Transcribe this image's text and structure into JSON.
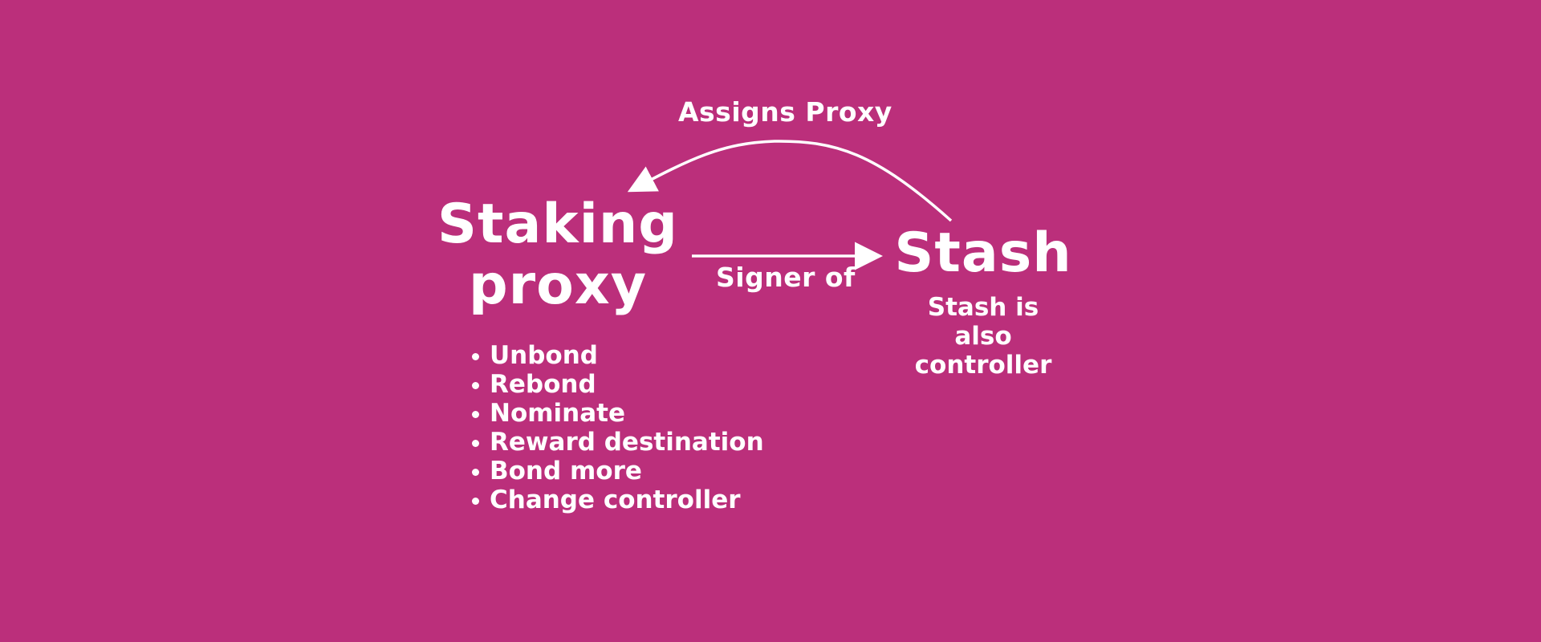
{
  "colors": {
    "background": "#bb2f7b",
    "foreground": "#ffffff"
  },
  "edges": {
    "assigns_proxy": "Assigns Proxy",
    "signer_of": "Signer of"
  },
  "nodes": {
    "staking_proxy": {
      "title_line1": "Staking",
      "title_line2": "proxy",
      "actions": [
        "Unbond",
        "Rebond",
        "Nominate",
        "Reward destination",
        "Bond more",
        "Change controller"
      ]
    },
    "stash": {
      "title": "Stash",
      "note_line1": "Stash is",
      "note_line2": "also",
      "note_line3": "controller"
    }
  }
}
